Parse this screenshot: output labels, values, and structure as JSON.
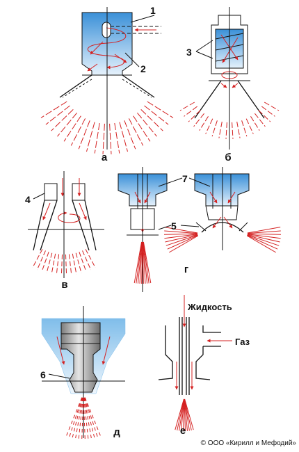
{
  "labels": {
    "n1": "1",
    "n2": "2",
    "n3": "3",
    "n4": "4",
    "n5": "5",
    "n6": "6",
    "n7": "7",
    "a": "а",
    "b": "б",
    "v": "в",
    "g": "г",
    "d": "д",
    "e": "е",
    "liquid": "Жидкость",
    "gas": "Газ"
  },
  "copyright": "© ООО «Кирилл и Мефодий»",
  "colors": {
    "fluid_blue": "#3a90d8",
    "spray_red": "#d42020",
    "outline": "#111111"
  }
}
